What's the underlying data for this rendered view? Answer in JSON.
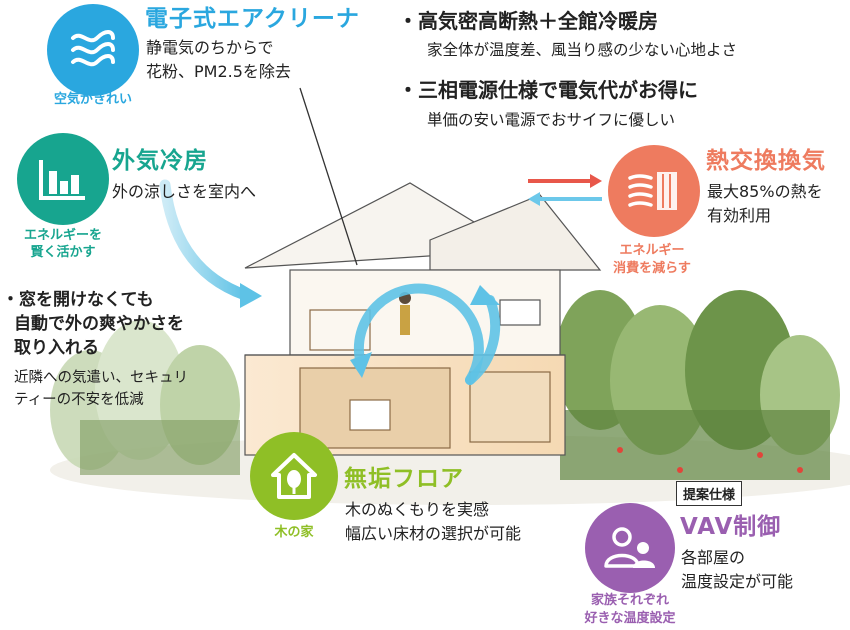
{
  "features": {
    "air_cleaner": {
      "title": "電子式エアクリーナ",
      "line1": "静電気のちからで",
      "line2": "花粉、PM2.5を除去",
      "caption": "空気がきれい",
      "color": "#2aa7df",
      "icon": "wave-icon"
    },
    "outdoor_cooling": {
      "title": "外気冷房",
      "line1": "外の涼しさを室内へ",
      "caption1": "エネルギーを",
      "caption2": "賢く活かす",
      "color": "#17a58f",
      "icon": "bar-chart-icon"
    },
    "heat_exchange": {
      "title": "熱交換換気",
      "line1": "最大85%の熱を",
      "line2": "有効利用",
      "caption1": "エネルギー",
      "caption2": "消費を減らす",
      "color": "#ee7b5f",
      "icon": "vent-icon"
    },
    "floor": {
      "title": "無垢フロア",
      "line1": "木のぬくもりを実感",
      "line2": "幅広い床材の選択が可能",
      "caption": "木の家",
      "color": "#8fbf26",
      "icon": "house-icon"
    },
    "vav": {
      "tag": "提案仕様",
      "title": "VAV制御",
      "line1": "各部屋の",
      "line2": "温度設定が可能",
      "caption1": "家族それぞれ",
      "caption2": "好きな温度設定",
      "color": "#9a5fb0",
      "icon": "family-icon"
    }
  },
  "bullets": {
    "insulation_title": "・高気密高断熱＋全館冷暖房",
    "insulation_sub": "家全体が温度差、風当り感の少ない心地よさ",
    "power_title": "・三相電源仕様で電気代がお得に",
    "power_sub": "単価の安い電源でおサイフに優しい",
    "window_line1": "・窓を開けなくても",
    "window_line2": "自動で外の爽やかさを",
    "window_line3": "取り入れる",
    "window_sub1": "近隣への気遣い、セキュリ",
    "window_sub2": "ティーの不安を低減"
  },
  "colors": {
    "arrow_blue": "#6cc8ea",
    "arrow_red": "#e8574a"
  }
}
